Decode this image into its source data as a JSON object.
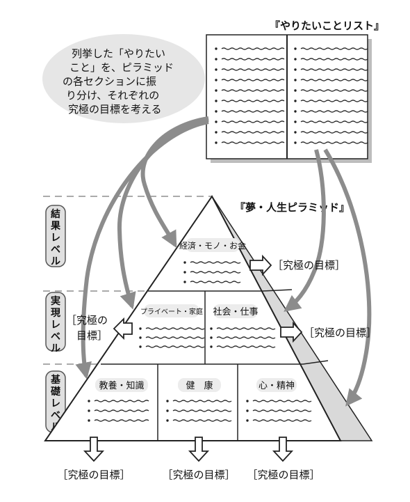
{
  "list_title": "『やりたいことリスト』",
  "bubble_lines": [
    "列挙した「やりたい",
    "こと」を、ピラミッド",
    "の各セクションに振",
    "り分け、それぞれの",
    "究極の目標を考える"
  ],
  "pyramid_title": "『夢・人生ピラミッド』",
  "levels": [
    {
      "chars": [
        "結",
        "果",
        "レ",
        "ベ",
        "ル"
      ]
    },
    {
      "chars": [
        "実",
        "現",
        "レ",
        "ベ",
        "ル"
      ]
    },
    {
      "chars": [
        "基",
        "礎",
        "レ",
        "ベ",
        "ル"
      ]
    }
  ],
  "sections": {
    "economy": "経済・モノ・お金",
    "private": "プライベート・家庭",
    "society": "社会・仕事",
    "education": "教養・知識",
    "health": "健　康",
    "mind": "心・精神"
  },
  "goal_label": "［究極の目標］",
  "goal_split": [
    "［究極の",
    "目標］"
  ],
  "colors": {
    "pyramid_side": "#d9d9d9",
    "bubble": "#e6e6e6",
    "arrow": "#8c8c8c",
    "line": "#222222"
  }
}
